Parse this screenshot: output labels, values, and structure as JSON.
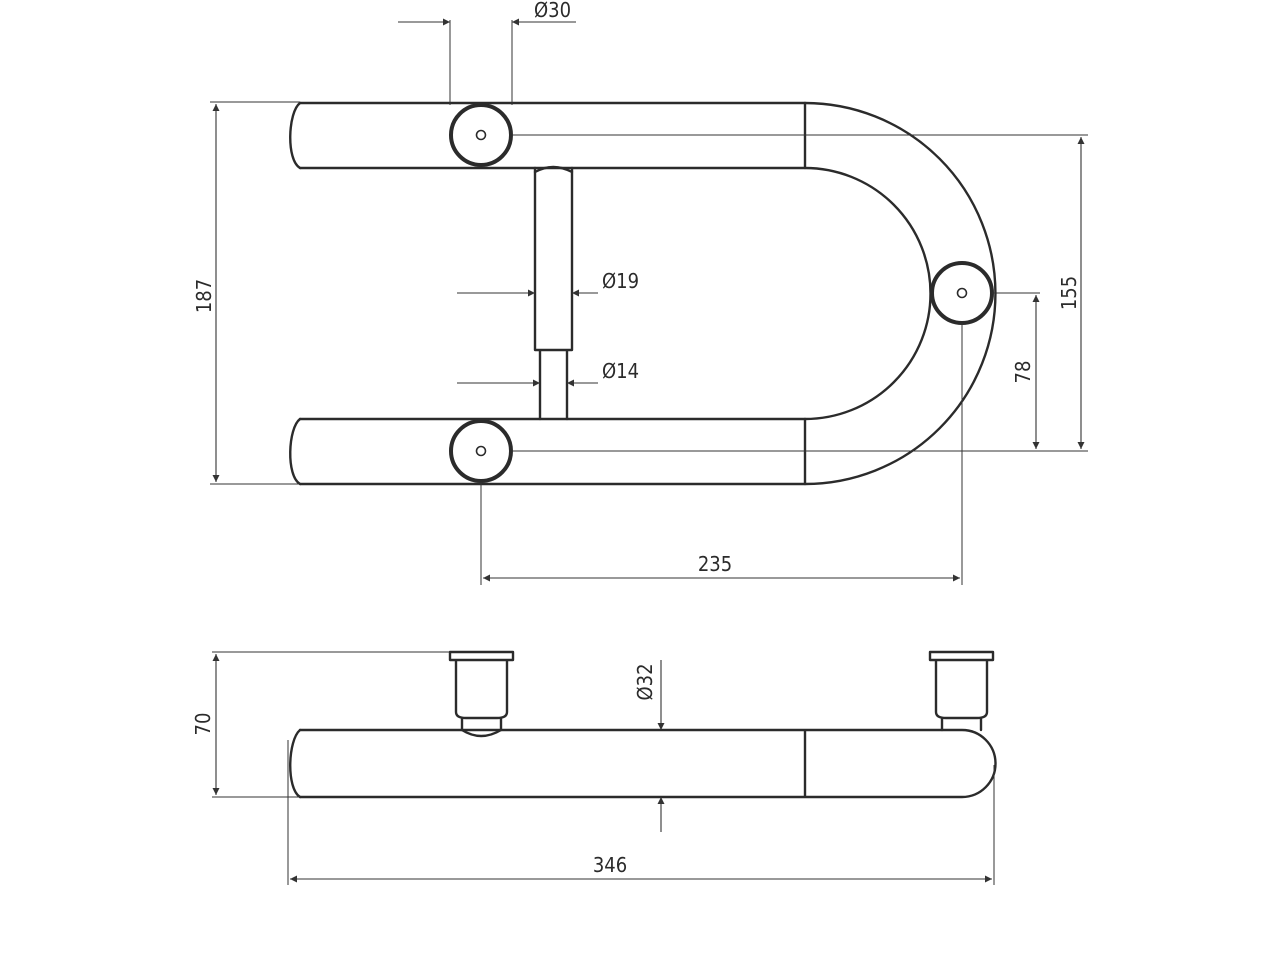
{
  "dimensions": {
    "tube_diameter_top": "Ø30",
    "total_height": "187",
    "upright_diameter": "Ø19",
    "pin_diameter": "Ø14",
    "mount_height": "155",
    "center_offset": "78",
    "mount_spacing": "235",
    "tube_diameter_side": "Ø32",
    "side_height": "70",
    "total_length": "346"
  }
}
